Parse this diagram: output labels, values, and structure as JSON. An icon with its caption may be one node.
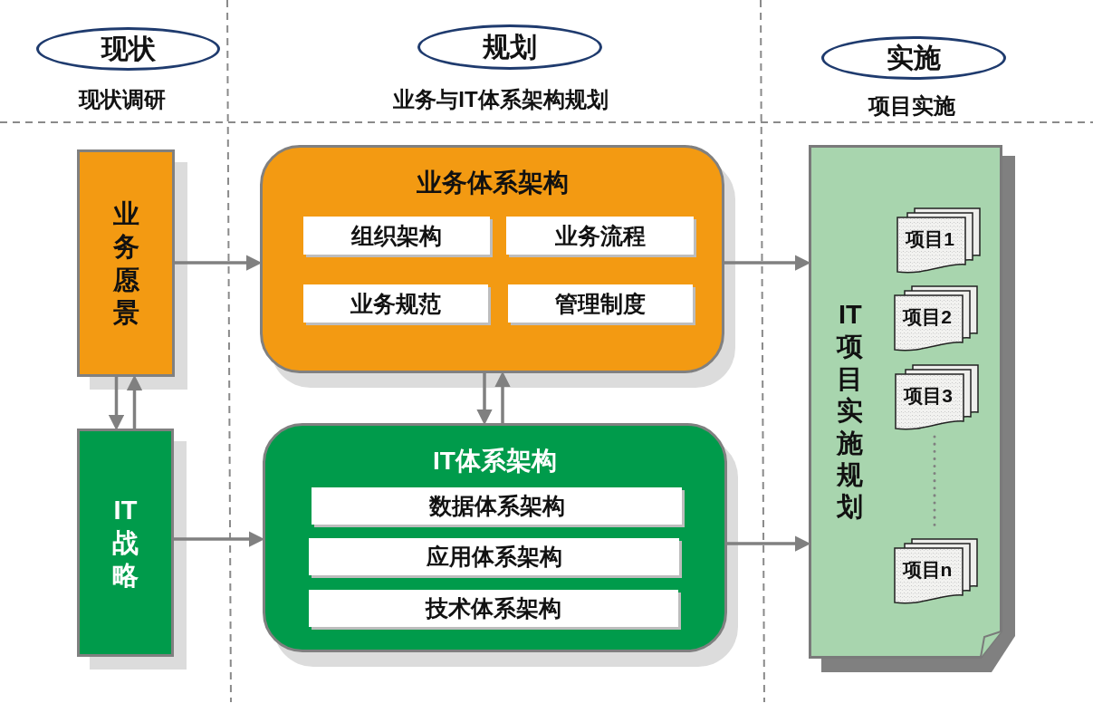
{
  "diagram": {
    "nodes": [
      {
        "text": [
          "现状"
        ],
        "beside": [
          "现状调研"
        ]
      },
      {
        "text": [
          "规划"
        ],
        "beside": [
          "业务与IT体系架构规划"
        ]
      },
      {
        "text": [
          "实施"
        ],
        "beside": [
          "项目实施"
        ]
      },
      {
        "text": [
          "业务愿景"
        ]
      },
      {
        "text": [
          "IT战略"
        ]
      },
      {
        "text": [
          "业务体系架构"
        ]
      },
      {
        "text": [
          "组织架构"
        ],
        "in": 5
      },
      {
        "text": [
          "业务流程"
        ],
        "in": 5
      },
      {
        "text": [
          "业务规范"
        ],
        "in": 5
      },
      {
        "text": [
          "管理制度"
        ],
        "in": 5
      },
      {
        "text": [
          "IT体系架构"
        ]
      },
      {
        "text": [
          "数据体系架构"
        ],
        "in": 10
      },
      {
        "text": [
          "应用体系架构"
        ],
        "in": 10
      },
      {
        "text": [
          "技术体系架构"
        ],
        "in": 10
      },
      {
        "text": [
          "IT项目实施规划"
        ]
      },
      {
        "text": [
          "项目1"
        ],
        "in": 14
      },
      {
        "text": [
          "项目2"
        ],
        "in": 14
      },
      {
        "text": [
          "项目3"
        ],
        "in": 14
      },
      {
        "text": [
          "项目n"
        ],
        "in": 14
      }
    ],
    "edges": [
      {
        "from": 3,
        "to": 5,
        "arrow": "to"
      },
      {
        "from": 4,
        "to": 10,
        "arrow": "to"
      },
      {
        "from": 5,
        "to": 14,
        "arrow": "to"
      },
      {
        "from": 10,
        "to": 14,
        "arrow": "to"
      },
      {
        "from": 3,
        "to": 4,
        "arrow": "to"
      },
      {
        "from": 4,
        "to": 3,
        "arrow": "to"
      },
      {
        "from": 5,
        "to": 10,
        "arrow": "to"
      },
      {
        "from": 10,
        "to": 5,
        "arrow": "to"
      }
    ]
  }
}
